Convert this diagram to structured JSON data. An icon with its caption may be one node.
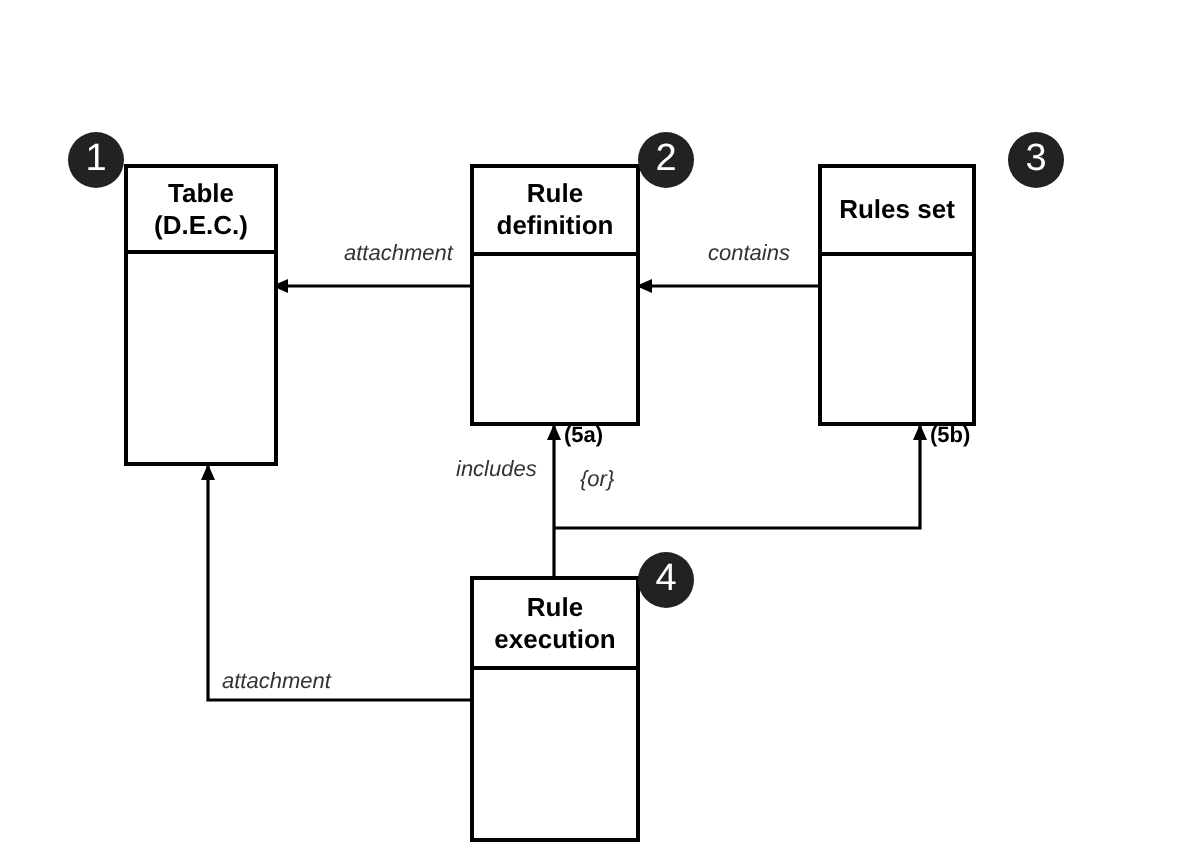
{
  "diagram": {
    "nodes": [
      {
        "text": [
          "Table (D.E.C.)"
        ],
        "beside": [
          "1"
        ]
      },
      {
        "text": [
          "Rule definition"
        ],
        "beside": [
          "2"
        ]
      },
      {
        "text": [
          "Rules set"
        ],
        "beside": [
          "3"
        ]
      },
      {
        "text": [
          "Rule execution"
        ],
        "beside": [
          "4"
        ]
      }
    ],
    "edges": [
      {
        "from": 1,
        "to": 0,
        "arrow": "to",
        "label": "attachment"
      },
      {
        "from": 2,
        "to": 1,
        "arrow": "to",
        "label": "contains"
      },
      {
        "from": 3,
        "to": 1,
        "arrow": "to",
        "label": "includes"
      },
      {
        "from": 3,
        "to": 2,
        "arrow": "to",
        "label": "{or}"
      },
      {
        "from": 3,
        "to": 0,
        "arrow": "to",
        "label": "attachment"
      }
    ],
    "labels": [
      "(5a)",
      "(5b)"
    ]
  }
}
